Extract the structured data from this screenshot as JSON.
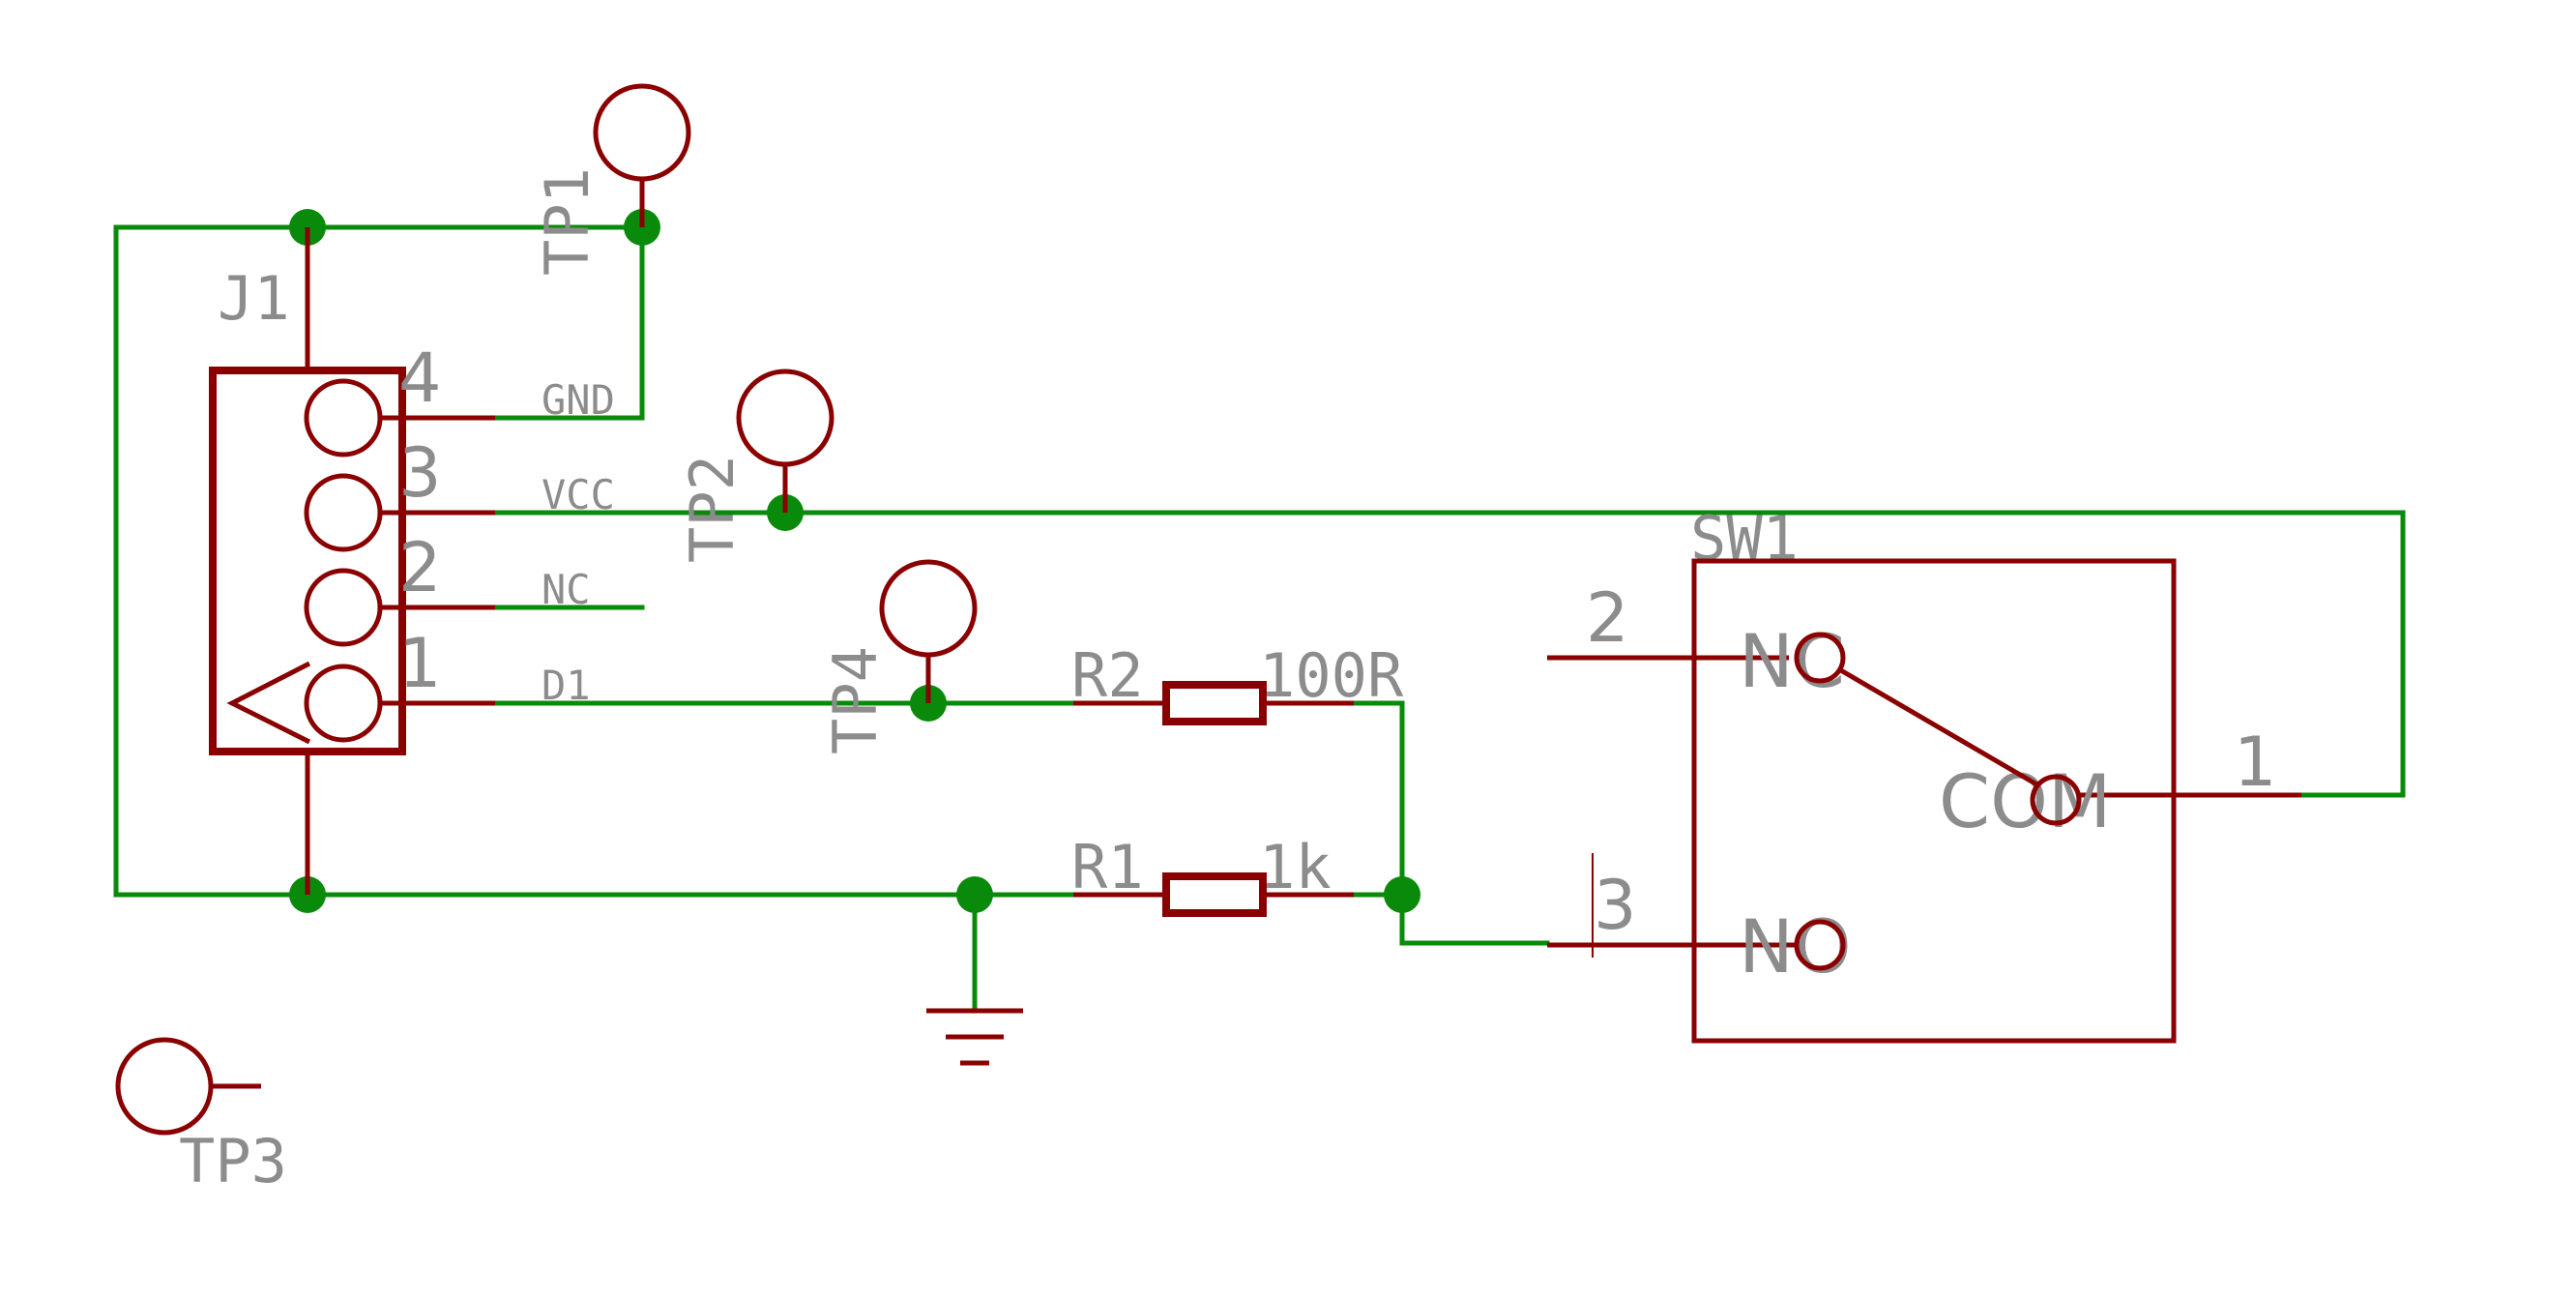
{
  "schematic": {
    "colors": {
      "wire": "#0a8a0a",
      "device": "#8a0000",
      "text": "#8c8c8c",
      "background": "#ffffff"
    },
    "connector": {
      "ref": "J1",
      "pins": [
        {
          "number": "4",
          "net": "GND"
        },
        {
          "number": "3",
          "net": "VCC"
        },
        {
          "number": "2",
          "net": "NC"
        },
        {
          "number": "1",
          "net": "D1"
        }
      ]
    },
    "test_points": {
      "tp1": "TP1",
      "tp2": "TP2",
      "tp3": "TP3",
      "tp4": "TP4"
    },
    "resistors": {
      "r1": {
        "ref": "R1",
        "value": "1k"
      },
      "r2": {
        "ref": "R2",
        "value": "100R"
      }
    },
    "switch": {
      "ref": "SW1",
      "pin_nc_number": "2",
      "pin_nc_label": "NC",
      "pin_com_number": "1",
      "pin_com_label": "COM",
      "pin_no_number": "3",
      "pin_no_label": "NO"
    },
    "symbols": {
      "ground": "ground-icon"
    }
  }
}
